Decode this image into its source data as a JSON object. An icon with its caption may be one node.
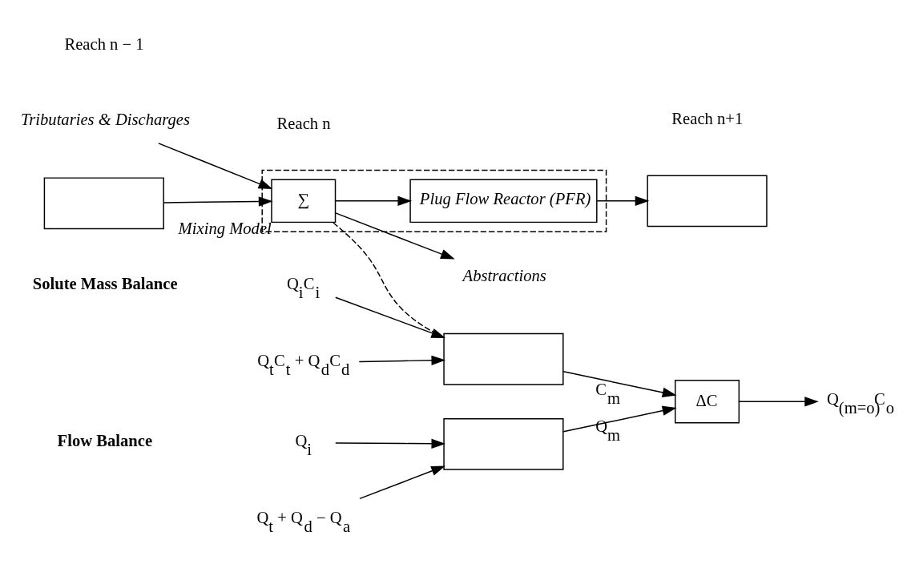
{
  "diagram": {
    "nodes": [
      {
        "text": [
          "Tributaries & Discharges"
        ]
      },
      {
        "text": [
          "Abstractions"
        ]
      },
      {
        "text": [],
        "shape": "box"
      },
      {
        "text": [],
        "shape": "box"
      },
      {
        "text": [
          "∑"
        ],
        "in": 2,
        "beside": [
          "Mixing Model"
        ]
      },
      {
        "text": [
          "Plug Flow Reactor (PFR)"
        ],
        "in": 2
      },
      {
        "text": [],
        "shape": "box"
      },
      {
        "text": [],
        "shape": "box"
      },
      {
        "text": [],
        "shape": "box"
      },
      {
        "text": [
          "ΔC"
        ]
      },
      {
        "text": [
          "Q$_{i}$"
        ]
      },
      {
        "text": [
          "Q$_{t}$ + Q$_{d}$ − Q$_{a}$"
        ]
      },
      {
        "text": [
          "Q$_{i}$C$_{i}$"
        ]
      },
      {
        "text": [
          "Q$_{t}$C$_{t}$ + Q$_{d}$C$_{d}$"
        ]
      },
      {
        "text": [
          "Q$_{(m=o)}$C$_{o}$"
        ]
      }
    ],
    "edges": [
      {
        "from": 0,
        "to": 4,
        "arrow": "to"
      },
      {
        "from": 4,
        "to": 1,
        "arrow": "to"
      },
      {
        "from": 3,
        "to": 4,
        "arrow": "to"
      },
      {
        "from": 4,
        "to": 5,
        "arrow": "to"
      },
      {
        "from": 5,
        "to": 6,
        "arrow": "to"
      },
      {
        "from": 4,
        "to": 8,
        "arrow": "none",
        "style": "dashed"
      },
      {
        "from": 10,
        "to": 7,
        "arrow": "to"
      },
      {
        "from": 11,
        "to": 7,
        "arrow": "to"
      },
      {
        "from": 12,
        "to": 8,
        "arrow": "to"
      },
      {
        "from": 13,
        "to": 8,
        "arrow": "to"
      },
      {
        "from": 7,
        "to": 9,
        "arrow": "to",
        "label": "Q$_{m}$"
      },
      {
        "from": 8,
        "to": 9,
        "arrow": "to",
        "label": "C$_{m}$"
      },
      {
        "from": 9,
        "to": 14,
        "arrow": "to"
      }
    ],
    "labels": [
      "Reach n − 1",
      "Reach n",
      "Reach n+1",
      "Flow Balance",
      "Solute Mass Balance"
    ]
  }
}
